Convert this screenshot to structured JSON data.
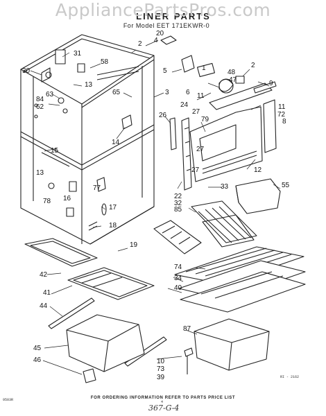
{
  "watermark": "AppliancePartsPros.com",
  "header": {
    "title": "LINER PARTS",
    "model_line": "For Model EET 171EKWR-0"
  },
  "callouts": {
    "c20": "20",
    "c2a": "2",
    "c4": "4",
    "c31": "31",
    "c58": "58",
    "c30": "30",
    "c13a": "13",
    "c5": "5",
    "c1": "1",
    "c2b": "2",
    "c48": "48",
    "c47": "47",
    "c9": "9",
    "c6": "6",
    "c11a": "11",
    "c63": "63",
    "c84": "84",
    "c62": "62",
    "c65": "65",
    "c3": "3",
    "c11b": "11",
    "c72": "72",
    "c8": "8",
    "c24": "24",
    "c27a": "27",
    "c26": "26",
    "c79": "79",
    "c15": "15",
    "c14": "14",
    "c27b": "27",
    "c27c": "27",
    "c12": "12",
    "c13b": "13",
    "c77": "77",
    "c78": "78",
    "c16": "16",
    "c22": "22",
    "c32": "32",
    "c33": "33",
    "c55": "55",
    "c85": "85",
    "c17": "17",
    "c18": "18",
    "c19": "19",
    "c42": "42",
    "c74": "74",
    "c34": "34",
    "c40": "40",
    "c41": "41",
    "c44": "44",
    "c87": "87",
    "c45": "45",
    "c46": "46",
    "c10": "10",
    "c73": "73",
    "c39": "39"
  },
  "footer": {
    "note": "FOR ORDERING INFORMATION REFER TO PARTS PRICE LIST",
    "left_code": "9503R",
    "page_mark": "4",
    "right_code": "RI - 2162",
    "handwritten": "367-G-4"
  }
}
